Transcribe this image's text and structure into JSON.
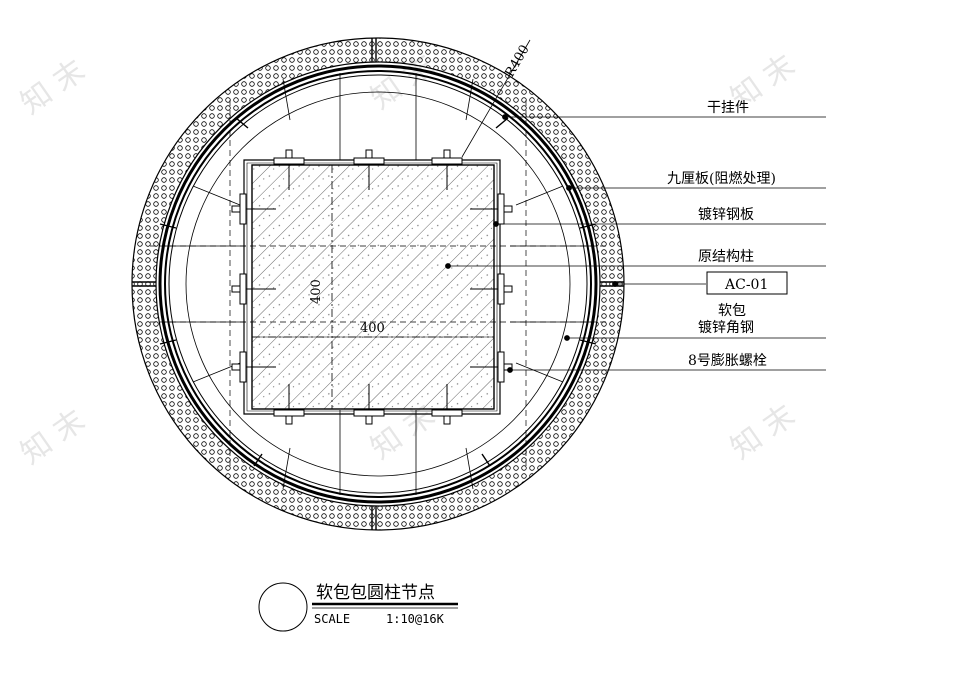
{
  "labels": {
    "bracket": "干挂件",
    "plywood": "九厘板(阻燃处理)",
    "steel_plate": "镀锌钢板",
    "column": "原结构柱",
    "tag": "AC-01",
    "soft_pack": "软包",
    "angle_steel": "镀锌角钢",
    "bolt": "8号膨胀螺栓"
  },
  "dimensions": {
    "radius": "R400",
    "width": "400",
    "height": "400"
  },
  "title_block": {
    "title": "软包包圆柱节点",
    "scale_label": "SCALE",
    "scale_value": "1:10@16K"
  },
  "colors": {
    "line": "#000000",
    "hatch": "#555555"
  }
}
